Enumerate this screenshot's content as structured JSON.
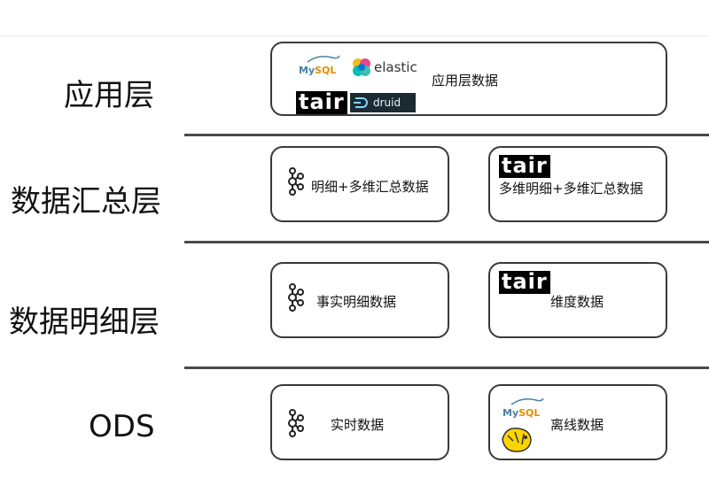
{
  "layers": {
    "app": "应用层",
    "summary": "数据汇总层",
    "detail": "数据明细层",
    "ods": "ODS"
  },
  "boxes": {
    "app": "应用层数据",
    "summary_left": "明细+多维汇总数据",
    "summary_right": "多维明细+多维汇总数据",
    "detail_left": "事实明细数据",
    "detail_right": "维度数据",
    "ods_left": "实时数据",
    "ods_right": "离线数据"
  },
  "logos": {
    "mysql_prefix": "My",
    "mysql_suffix": "SQL",
    "elastic": "elastic",
    "tair": "tair",
    "druid": "druid"
  },
  "colors": {
    "border": "#3a3a3a",
    "separator": "#4a4a4a",
    "mysql_blue": "#4a7fa8",
    "mysql_orange": "#e48e00"
  }
}
